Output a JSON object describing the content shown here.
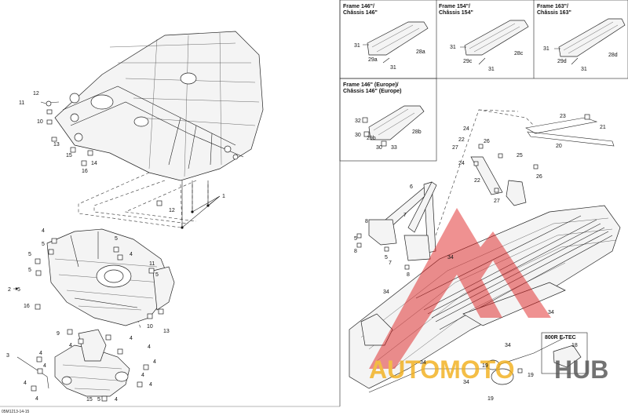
{
  "document_code": "05M1213-14-15",
  "inset_boxes": [
    {
      "title_line1": "Frame 146\"/",
      "title_line2": "Châssis 146\"",
      "labels": [
        "31",
        "29a",
        "28a",
        "31"
      ]
    },
    {
      "title_line1": "Frame 154\"/",
      "title_line2": "Châssis 154\"",
      "labels": [
        "31",
        "29c",
        "28c",
        "31"
      ]
    },
    {
      "title_line1": "Frame 163\"/",
      "title_line2": "Châssis 163\"",
      "labels": [
        "31",
        "29d",
        "28d",
        "31"
      ]
    },
    {
      "title_line1": "Frame 146\" (Europe)/",
      "title_line2": "Châssis 146\" (Europe)",
      "labels": [
        "32",
        "30",
        "29b",
        "28b",
        "30",
        "33"
      ]
    }
  ],
  "variant_box": {
    "title": "800R E-TEC",
    "label": "18"
  },
  "watermark": {
    "text_a": "AUTOMOTO",
    "text_b": "HUB",
    "color_mark": "#e02020",
    "color_text_a": "#f2b01e",
    "color_text_b": "#555555"
  },
  "left_top_labels": [
    "11",
    "12",
    "10",
    "13",
    "15",
    "14",
    "16",
    "12",
    "1"
  ],
  "left_mid_labels": [
    "4",
    "5",
    "5",
    "5",
    "4",
    "5",
    "2",
    "5",
    "11",
    "16",
    "5",
    "10",
    "13"
  ],
  "left_bottom_labels": [
    "9",
    "4",
    "3",
    "4",
    "4",
    "4",
    "4",
    "4",
    "4",
    "4",
    "4",
    "15",
    "5",
    "4",
    "4"
  ],
  "right_labels": [
    "23",
    "21",
    "24",
    "22",
    "26",
    "20",
    "27",
    "25",
    "24",
    "22",
    "26",
    "27",
    "6",
    "7",
    "8",
    "5",
    "8",
    "5",
    "7",
    "8",
    "34",
    "34",
    "34",
    "34",
    "34",
    "19",
    "19",
    "34"
  ]
}
